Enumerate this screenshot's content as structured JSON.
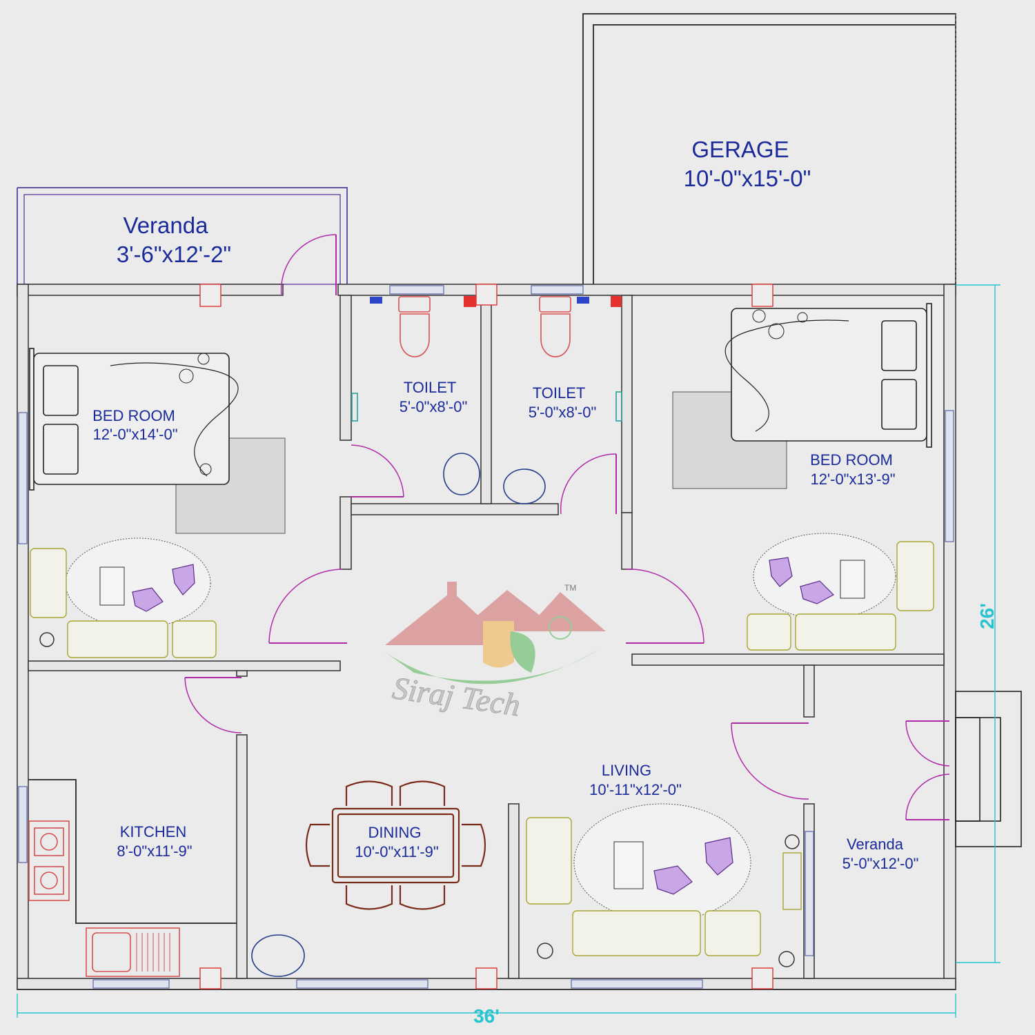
{
  "rooms": {
    "garage": {
      "name": "GERAGE",
      "size": "10'-0\"x15'-0\""
    },
    "veranda_top": {
      "name": "Veranda",
      "size": "3'-6\"x12'-2\""
    },
    "bedroom_left": {
      "name": "BED ROOM",
      "size": "12'-0\"x14'-0\""
    },
    "toilet_1": {
      "name": "TOILET",
      "size": "5'-0\"x8'-0\""
    },
    "toilet_2": {
      "name": "TOILET",
      "size": "5'-0\"x8'-0\""
    },
    "bedroom_right": {
      "name": "BED ROOM",
      "size": "12'-0\"x13'-9\""
    },
    "kitchen": {
      "name": "KITCHEN",
      "size": "8'-0\"x11'-9\""
    },
    "dining": {
      "name": "DINING",
      "size": "10'-0\"x11'-9\""
    },
    "living": {
      "name": "LIVING",
      "size": "10'-11\"x12'-0\""
    },
    "veranda_right": {
      "name": "Veranda",
      "size": "5'-0\"x12'-0\""
    }
  },
  "dimensions": {
    "width": "36'",
    "depth": "26'"
  },
  "watermark": {
    "brand": "Siraj Tech",
    "tm": "TM"
  },
  "colors": {
    "walls": "#3a3a3a",
    "labels": "#1a2a9a",
    "doors": "#b02aa8",
    "dimensions": "#27c4d0",
    "fixtures": "#d95050"
  }
}
